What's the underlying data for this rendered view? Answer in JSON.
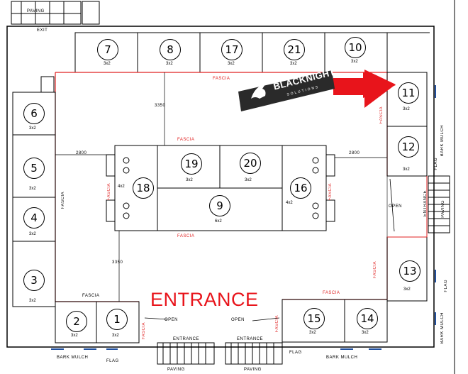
{
  "header": {
    "paving": "PAVING",
    "exit": "EXIT"
  },
  "logo": {
    "word": "BLACKNIGHT",
    "sub": "SOLUTIONS"
  },
  "banner": {
    "entrance": "ENTRANCE"
  },
  "dimensions": {
    "top": "3350",
    "bottom": "3350",
    "left": "2800",
    "right": "2800"
  },
  "labels": {
    "fascia": "FASCIA",
    "open": "OPEN",
    "entrance_small": "ENTRANCE",
    "bark_mulch": "BARK MULCH",
    "flag": "FLAG",
    "paving": "PAVING"
  },
  "booths": [
    {
      "id": "b7",
      "num": "7",
      "size": "3x2"
    },
    {
      "id": "b8",
      "num": "8",
      "size": "3x2"
    },
    {
      "id": "b17",
      "num": "17",
      "size": "3x2"
    },
    {
      "id": "b21",
      "num": "21",
      "size": "3x2"
    },
    {
      "id": "b10",
      "num": "10",
      "size": "3x2"
    },
    {
      "id": "b11",
      "num": "11",
      "size": "3x2"
    },
    {
      "id": "b12",
      "num": "12",
      "size": "3x2"
    },
    {
      "id": "b6",
      "num": "6",
      "size": "3x2"
    },
    {
      "id": "b5",
      "num": "5",
      "size": "3x2"
    },
    {
      "id": "b4",
      "num": "4",
      "size": "3x2"
    },
    {
      "id": "b3",
      "num": "3",
      "size": "3x2"
    },
    {
      "id": "b2",
      "num": "2",
      "size": "3x2"
    },
    {
      "id": "b1",
      "num": "1",
      "size": "3x2"
    },
    {
      "id": "b19",
      "num": "19",
      "size": "3x2"
    },
    {
      "id": "b20",
      "num": "20",
      "size": "3x2"
    },
    {
      "id": "b18",
      "num": "18",
      "size": "4x2"
    },
    {
      "id": "b16",
      "num": "16",
      "size": "4x2"
    },
    {
      "id": "b9",
      "num": "9",
      "size": "6x2"
    },
    {
      "id": "b13",
      "num": "13",
      "size": "3x2"
    },
    {
      "id": "b15",
      "num": "15",
      "size": "3x2"
    },
    {
      "id": "b14",
      "num": "14",
      "size": "3x2"
    }
  ],
  "colors": {
    "accent_red": "#e8141b",
    "line": "#000000",
    "arrow": "#e8141b"
  }
}
